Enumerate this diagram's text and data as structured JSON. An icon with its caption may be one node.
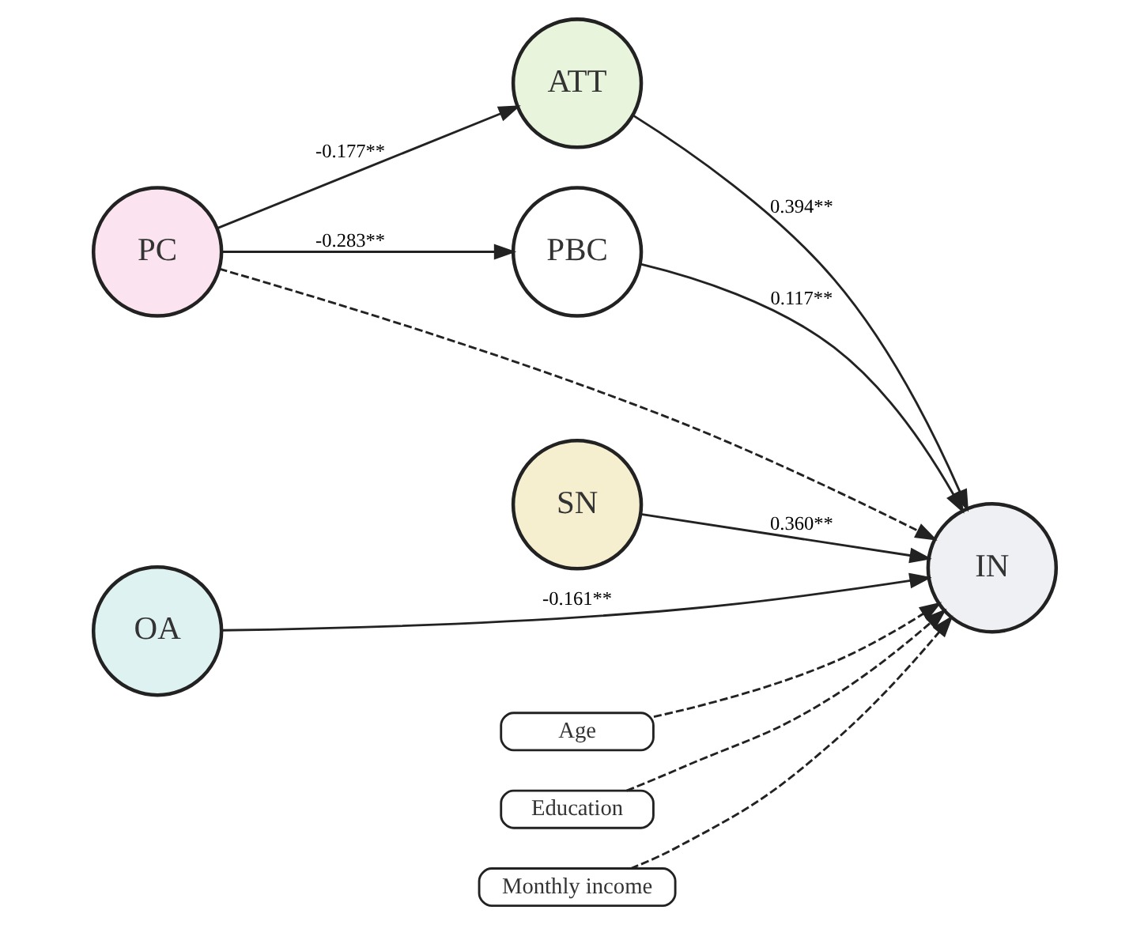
{
  "diagram": {
    "nodes": [
      {
        "text": [
          "PC"
        ]
      },
      {
        "text": [
          "ATT"
        ]
      },
      {
        "text": [
          "SN"
        ]
      },
      {
        "text": [
          "OA"
        ]
      },
      {
        "text": [
          "PBC"
        ]
      },
      {
        "text": [
          "IN"
        ]
      },
      {
        "text": [
          "Age"
        ]
      },
      {
        "text": [
          "Education"
        ]
      },
      {
        "text": [
          "Monthly income"
        ]
      }
    ],
    "edges": [
      {
        "from": 0,
        "to": 1,
        "arrow": "to",
        "label": "-0.177**"
      },
      {
        "from": 0,
        "to": 4,
        "arrow": "to",
        "label": "-0.283**"
      },
      {
        "from": 0,
        "to": 5,
        "arrow": "to",
        "style": "dashed"
      },
      {
        "from": 1,
        "to": 5,
        "arrow": "to",
        "label": "0.394**"
      },
      {
        "from": 2,
        "to": 5,
        "arrow": "to",
        "label": "0.360**"
      },
      {
        "from": 3,
        "to": 5,
        "arrow": "to",
        "label": "-0.161**"
      },
      {
        "from": 4,
        "to": 5,
        "arrow": "to",
        "label": "0.117**"
      },
      {
        "from": 6,
        "to": 5,
        "arrow": "to",
        "style": "dashed"
      },
      {
        "from": 7,
        "to": 5,
        "arrow": "to",
        "style": "dashed"
      },
      {
        "from": 8,
        "to": 5,
        "arrow": "to",
        "style": "dashed"
      }
    ]
  }
}
